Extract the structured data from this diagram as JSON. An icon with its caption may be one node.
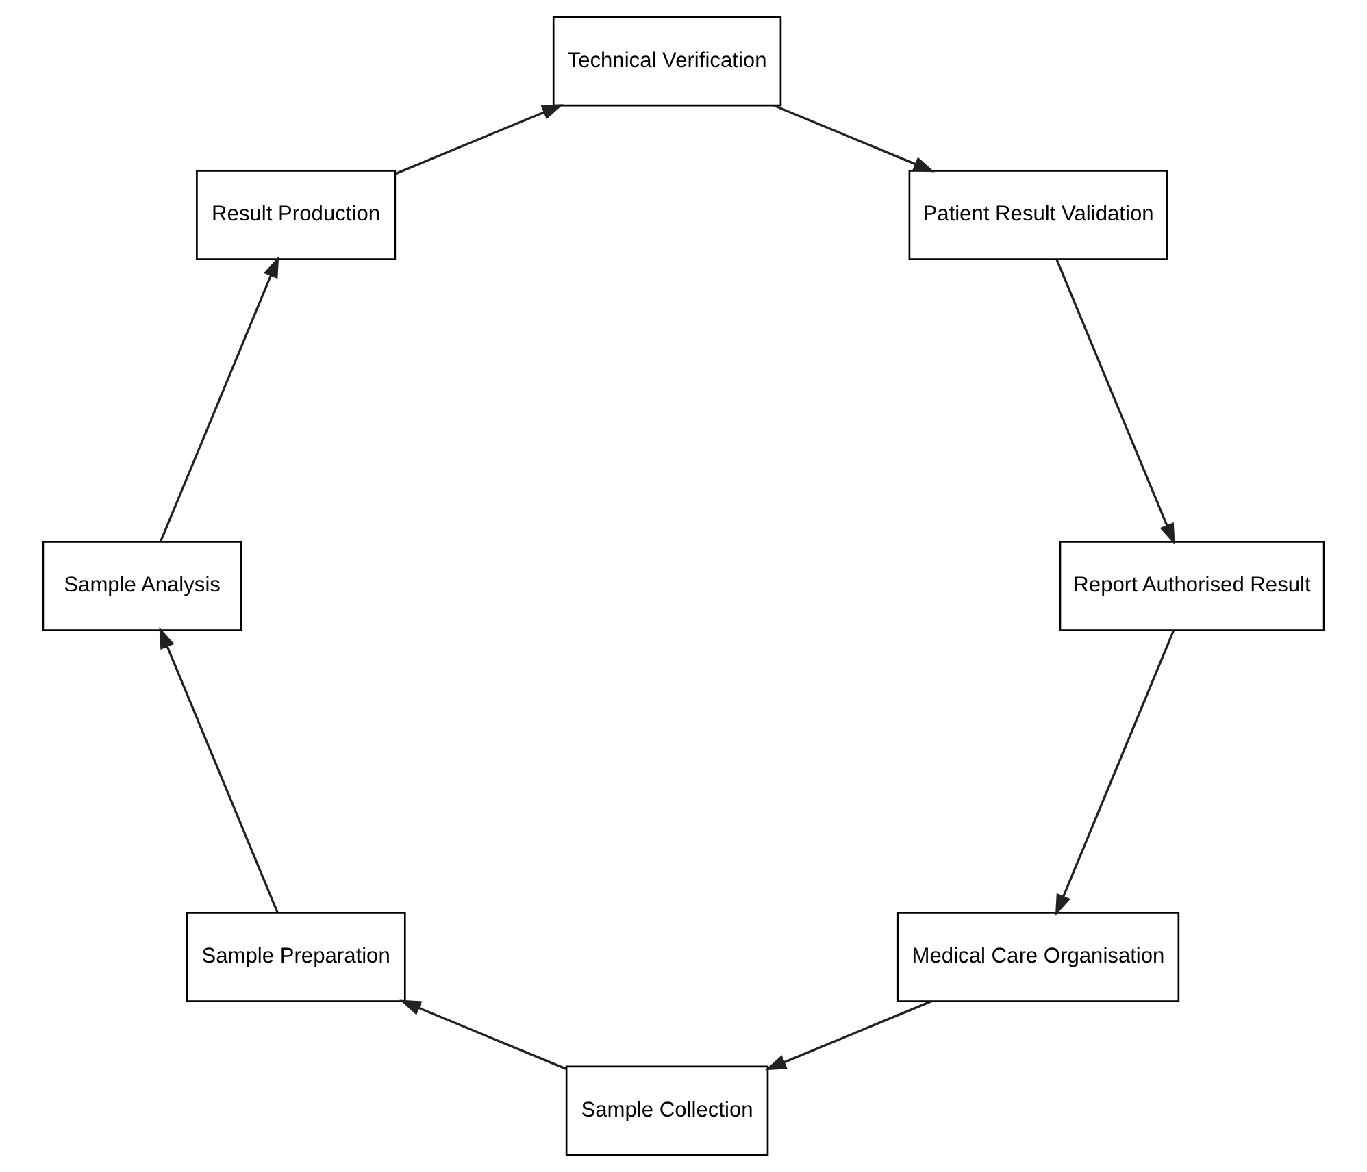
{
  "diagram": {
    "nodes": [
      {
        "text": [
          "Medical Care Organisation"
        ]
      },
      {
        "text": [
          "Sample Collection"
        ]
      },
      {
        "text": [
          "Sample Preparation"
        ]
      },
      {
        "text": [
          "Sample Analysis"
        ]
      },
      {
        "text": [
          "Result Production"
        ]
      },
      {
        "text": [
          "Technical Verification"
        ]
      },
      {
        "text": [
          "Patient Result Validation"
        ]
      },
      {
        "text": [
          "Report Authorised Result"
        ]
      }
    ],
    "edges": [
      {
        "from": 0,
        "to": 1,
        "arrow": "to"
      },
      {
        "from": 1,
        "to": 2,
        "arrow": "to"
      },
      {
        "from": 2,
        "to": 3,
        "arrow": "to"
      },
      {
        "from": 3,
        "to": 4,
        "arrow": "to"
      },
      {
        "from": 4,
        "to": 5,
        "arrow": "to"
      },
      {
        "from": 5,
        "to": 6,
        "arrow": "to"
      },
      {
        "from": 6,
        "to": 7,
        "arrow": "to"
      },
      {
        "from": 7,
        "to": 0,
        "arrow": "to"
      }
    ]
  }
}
